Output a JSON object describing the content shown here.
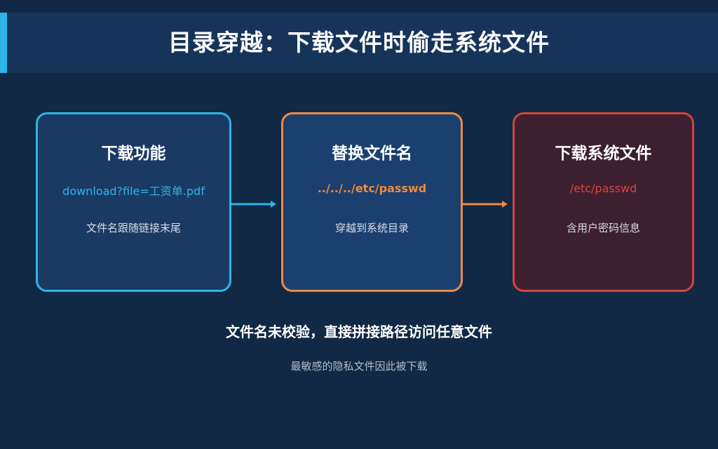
{
  "header": {
    "title": "目录穿越：下载文件时偷走系统文件"
  },
  "colors": {
    "background": "#112944",
    "header_band": "#163459",
    "accent_blue": "#2bb5ea",
    "accent_orange": "#ee8a43",
    "accent_red": "#d4453c"
  },
  "flow": {
    "steps": [
      {
        "title": "下载功能",
        "code": "download?file=工资单.pdf",
        "desc": "文件名跟随链接末尾"
      },
      {
        "title": "替换文件名",
        "code": "../../../etc/passwd",
        "desc": "穿越到系统目录"
      },
      {
        "title": "下载系统文件",
        "code": "/etc/passwd",
        "desc": "含用户密码信息"
      }
    ]
  },
  "summary": {
    "title": "文件名未校验，直接拼接路径访问任意文件",
    "subtitle": "最敏感的隐私文件因此被下载"
  }
}
